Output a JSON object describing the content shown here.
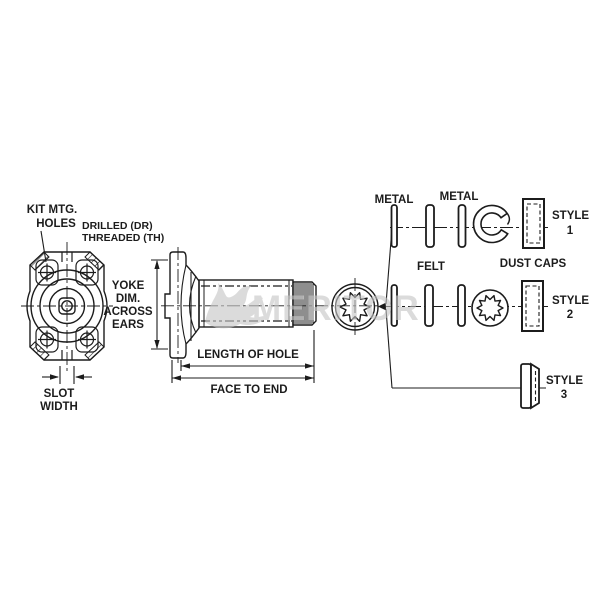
{
  "watermark": {
    "text": "MERITOR",
    "color": "#c6c6c6"
  },
  "colors": {
    "line": "#1c1c1c",
    "background": "#ffffff"
  },
  "flange_view": {
    "kit_mtg_label_1": "KIT MTG.",
    "kit_mtg_label_2": "HOLES",
    "drilled_label": "DRILLED (DR)",
    "threaded_label": "THREADED (TH)",
    "slot_label_1": "SLOT",
    "slot_label_2": "WIDTH"
  },
  "slip_yoke_view": {
    "yoke_dim_label_1": "YOKE",
    "yoke_dim_label_2": "DIM.",
    "yoke_dim_label_3": "ACROSS",
    "yoke_dim_label_4": "EARS",
    "length_of_hole_label": "LENGTH OF HOLE",
    "face_to_end_label": "FACE TO END"
  },
  "dust_caps": {
    "section_label": "DUST CAPS",
    "metal_label_1": "METAL",
    "metal_label_2": "METAL",
    "felt_label": "FELT",
    "styles": [
      {
        "label": "STYLE",
        "number": "1"
      },
      {
        "label": "STYLE",
        "number": "2"
      },
      {
        "label": "STYLE",
        "number": "3"
      }
    ]
  }
}
